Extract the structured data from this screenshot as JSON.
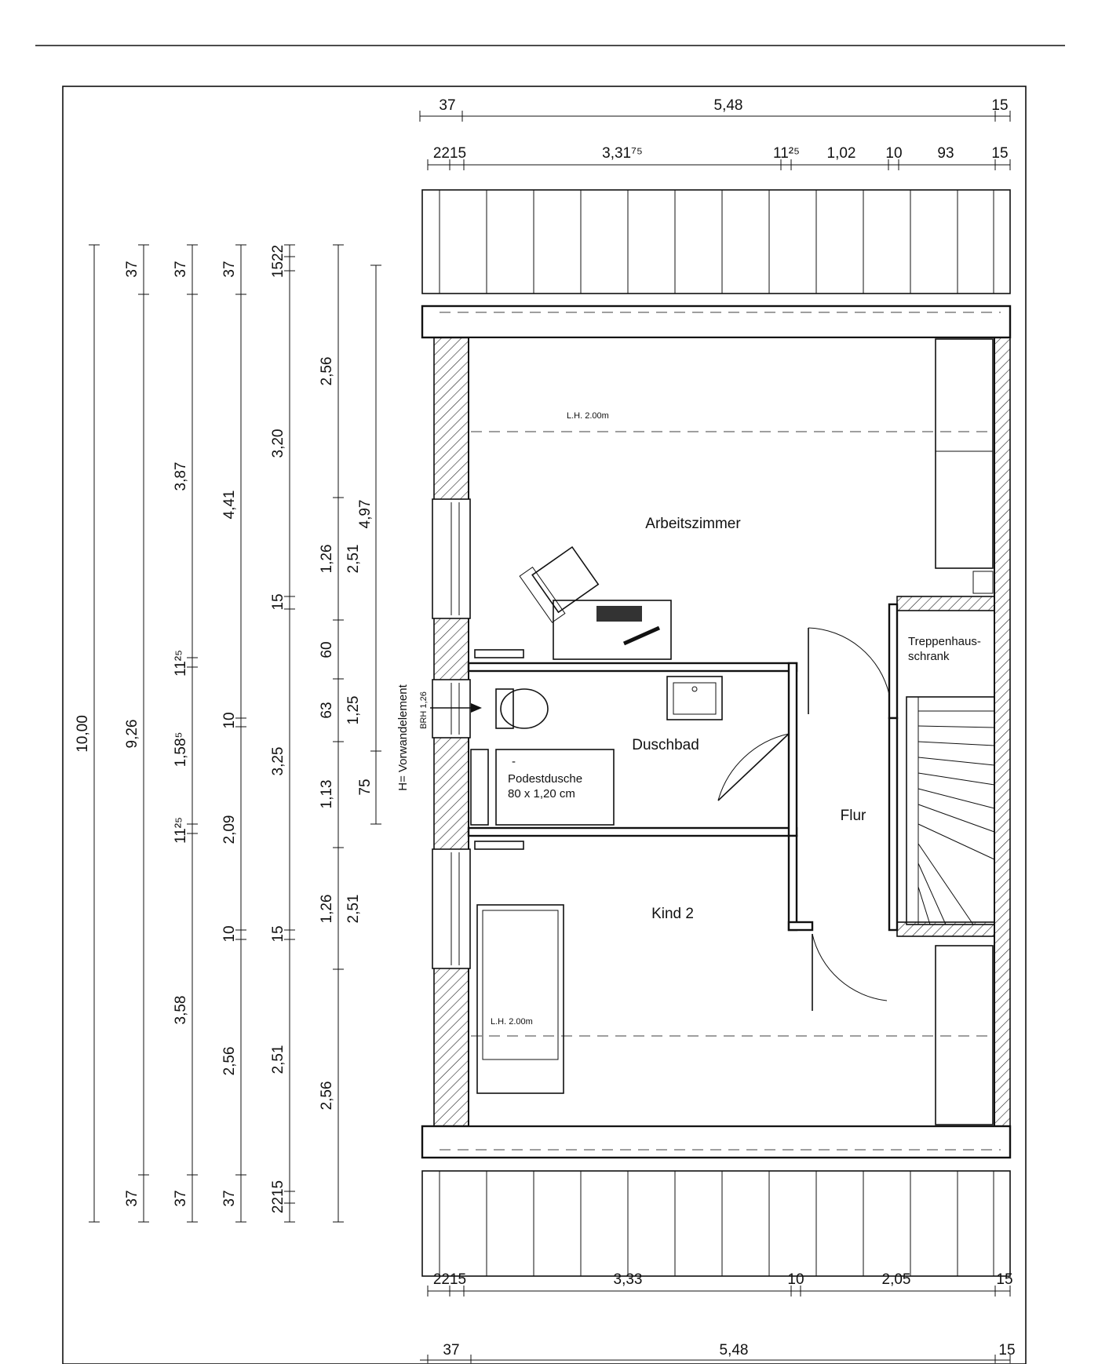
{
  "rooms": {
    "arbeitszimmer": "Arbeitszimmer",
    "duschbad": "Duschbad",
    "flur": "Flur",
    "kind2": "Kind 2",
    "treppenhaus_1": "Treppenhaus-",
    "treppenhaus_2": "schrank"
  },
  "notes": {
    "lh_top": "L.H. 2.00m",
    "lh_bottom": "L.H. 2.00m",
    "podest_dash": "-",
    "podest_1": "Podestdusche",
    "podest_2": "80 x 1,20 cm",
    "vorwand": "H= Vorwandelement",
    "brh": "BRH 1,26"
  },
  "dims": {
    "top_outer": {
      "left": "37",
      "middle": "5,48",
      "right": "15"
    },
    "top_inner": {
      "a": "2215",
      "b": "3,31⁷⁵",
      "c": "11²⁵",
      "d": "1,02",
      "e": "10",
      "f": "93",
      "g": "15"
    },
    "bottom_inner": {
      "a": "2215",
      "b": "3,33",
      "c": "10",
      "d": "2,05",
      "e": "15"
    },
    "bottom_outer": {
      "left": "37",
      "middle": "5,48",
      "right": "15"
    },
    "v1": {
      "total": "10,00"
    },
    "v2": {
      "top": "37",
      "mid": "9,26",
      "bottom": "37"
    },
    "v3": {
      "top": "37",
      "a": "3,87",
      "b": "11²⁵",
      "c": "1,58⁵",
      "d": "11²⁵",
      "e": "3,58",
      "bottom": "37"
    },
    "v4": {
      "top": "37",
      "a": "4,41",
      "b": "10",
      "c": "2,09",
      "d": "10",
      "e": "2,56",
      "bottom": "37"
    },
    "v5": {
      "top": "1522",
      "a": "3,20",
      "b": "15",
      "c": "3,25",
      "d": "15",
      "e": "2,51",
      "bottom": "2215"
    },
    "v6": {
      "a": "2,56",
      "b": "1,26",
      "c": "60",
      "d": "63",
      "e": "1,13",
      "f": "1,26",
      "g": "2,56"
    },
    "v7": {
      "a": "2,51",
      "b": "1,25",
      "c": "2,51"
    },
    "v8": {
      "a": "4,97",
      "b": "75"
    }
  }
}
